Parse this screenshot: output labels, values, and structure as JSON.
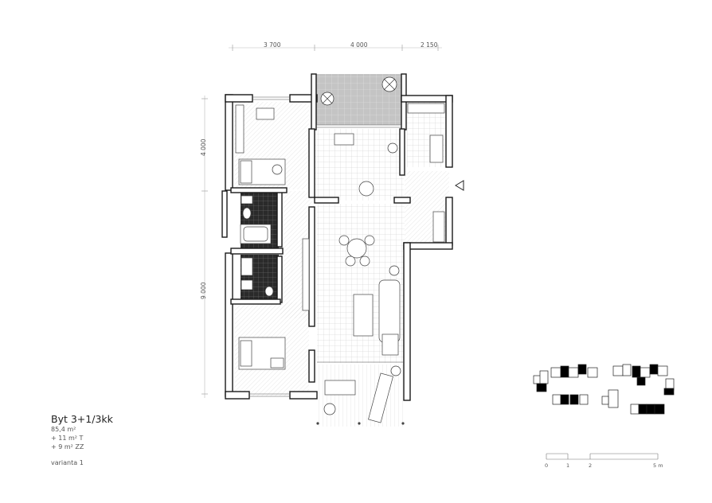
{
  "dimensions": {
    "top": [
      "3 700",
      "4 000",
      "2 150"
    ],
    "left": [
      "4 000",
      "9 000"
    ]
  },
  "unit": {
    "title": "Byt 3+1/3kk",
    "areas": [
      "85,4 m²",
      "+ 11 m² T",
      "+ 9 m² ZZ"
    ],
    "variant": "varianta 1"
  },
  "scale_bar": {
    "labels": [
      "0",
      "1",
      "2",
      "5 m"
    ]
  },
  "colors": {
    "wall": "#1a1a1a",
    "terrace": "#bdbdbd",
    "bathroom_tiles": "#2a2a2a",
    "hatch": "#9a9a9a",
    "key_plan_highlight": "#000000"
  },
  "icons": [
    "entrance-arrow-icon"
  ]
}
